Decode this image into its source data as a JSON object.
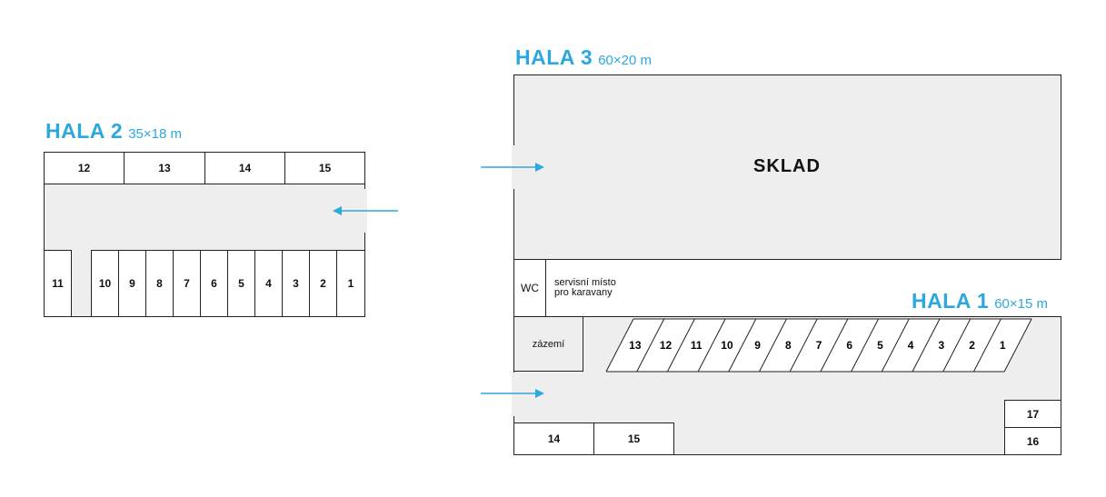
{
  "hala2": {
    "name": "HALA 2",
    "dims": "35×18 m",
    "top_spots": [
      "12",
      "13",
      "14",
      "15"
    ],
    "bottom_spots": [
      "10",
      "9",
      "8",
      "7",
      "6",
      "5",
      "4",
      "3",
      "2",
      "1"
    ],
    "side_spot": "11"
  },
  "hala3": {
    "name": "HALA 3",
    "dims": "60×20 m",
    "storage_label": "SKLAD",
    "wc_label": "WC",
    "service_line1": "servisní místo",
    "service_line2": "pro karavany"
  },
  "hala1": {
    "name": "HALA 1",
    "dims": "60×15 m",
    "facility_label": "zázemí",
    "diagonal_spots": [
      "13",
      "12",
      "11",
      "10",
      "9",
      "8",
      "7",
      "6",
      "5",
      "4",
      "3",
      "2",
      "1"
    ],
    "bottom_spots": [
      "14",
      "15"
    ],
    "right_spots": [
      "17",
      "16"
    ]
  },
  "colors": {
    "accent": "#2da7e0",
    "floor": "#eeeeee",
    "wall": "#222222"
  }
}
